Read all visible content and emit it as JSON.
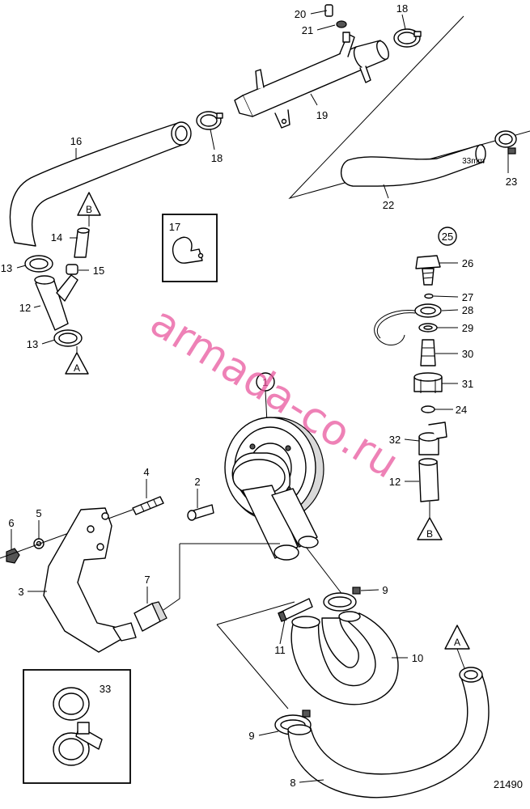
{
  "drawing_number": "21490",
  "watermark": "armada-co.ru",
  "dimension_label": "33mm",
  "reference_markers": {
    "a": "A",
    "b": "B"
  },
  "callouts": {
    "p1": "1",
    "p2": "2",
    "p3": "3",
    "p4": "4",
    "p5": "5",
    "p6": "6",
    "p7": "7",
    "p8": "8",
    "p9": "9",
    "p10": "10",
    "p11": "11",
    "p12": "12",
    "p13": "13",
    "p14": "14",
    "p15": "15",
    "p16": "16",
    "p17": "17",
    "p18": "18",
    "p19": "19",
    "p20": "20",
    "p21": "21",
    "p22": "22",
    "p23": "23",
    "p24": "24",
    "p25": "25",
    "p26": "26",
    "p27": "27",
    "p28": "28",
    "p29": "29",
    "p30": "30",
    "p31": "31",
    "p32": "32",
    "p33": "33"
  }
}
